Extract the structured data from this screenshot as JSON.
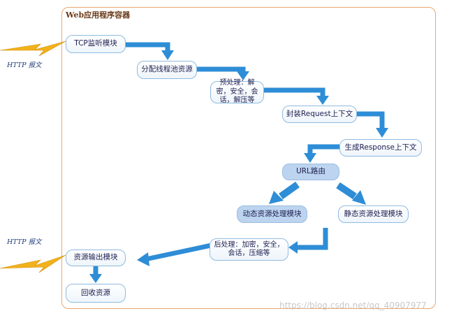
{
  "title": "Web应用程序容器",
  "http_label_top": "HTTP 报文",
  "http_label_bottom": "HTTP 报文",
  "nodes": {
    "tcp": "TCP监听模块",
    "thread_pool": "分配线程池资源",
    "preprocess": "预处理：解密，安全，会话，解压等",
    "request": "封装Request上下文",
    "response": "生成Response上下文",
    "router": "URL路由",
    "dynamic": "动态资源处理模块",
    "static": "静态资源处理模块",
    "postprocess": "后处理：加密，安全，会话，压缩等",
    "output": "资源输出模块",
    "recycle": "回收资源"
  },
  "watermark": "https://blog.csdn.net/qq_40907977",
  "colors": {
    "arrow": "#2e8dd6",
    "lightning": "#f2b21c",
    "border": "#e8a772"
  }
}
